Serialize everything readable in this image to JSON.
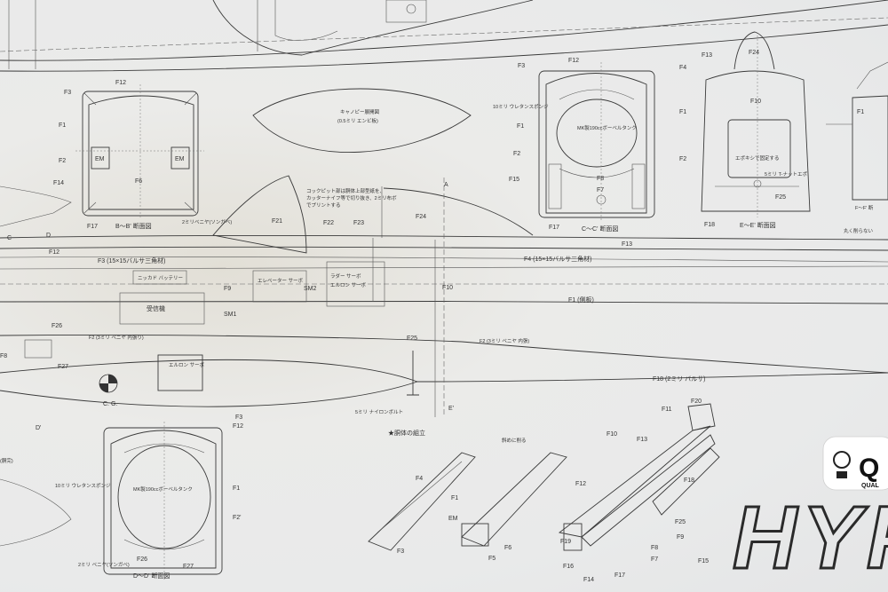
{
  "labels": {
    "f12_top": "F12",
    "f3_bb": "F3",
    "f1_bb": "F1",
    "f2_bb": "F2",
    "f14_bb": "F14",
    "f17_bb": "F17",
    "em_left": "EM",
    "em_right": "EM",
    "f6_bb": "F6",
    "section_bb": "B～B' 断面図",
    "plywood_2mm": "2ミリベニヤ(ソンガベ)",
    "canopy_title": "キャノピー展開図",
    "canopy_sub": "(0.5ミリ エンビ板)",
    "cockpit_note_1": "コックピット部は胴体上部型紙を、",
    "cockpit_note_2": "カッターナイフ等で切り抜き、2ミリ布ボ",
    "cockpit_note_3": "でプリントする",
    "f21": "F21",
    "f22": "F22",
    "f23": "F23",
    "f24": "F24",
    "cc_f3": "F3",
    "cc_f12": "F12",
    "cc_f1": "F1",
    "cc_f2": "F2",
    "cc_f15": "F15",
    "cc_f17": "F17",
    "cc_f8": "F8",
    "cc_f7": "F7",
    "cc_tank": "MK製190ccボーベルタンク",
    "cc_urethane": "10ミリ ウレタンスポンジ",
    "section_cc": "C～C' 断面図",
    "ee_f4": "F4",
    "ee_f13": "F13",
    "ee_f24": "F24",
    "ee_f10": "F10",
    "ee_f1": "F1",
    "ee_f2": "F2",
    "ee_f18": "F18",
    "ee_f25": "F25",
    "ee_epoxy": "エポキシで固定する",
    "ee_nut": "5ミリ T-ナットエポ",
    "section_ee": "E～E' 断面図",
    "section_ff": "F～F' 断",
    "kanarazu": "丸く削らない",
    "f13_line": "F13",
    "f3_longeron": "F3 (15×15バルサ三角材)",
    "f4_longeron": "F4 (15×15バルサ三角材)",
    "f12_left": "F12",
    "nicad": "ニッカド バッテリー",
    "receiver": "受信機",
    "elevator_servo": "エレベーター サーボ",
    "rudder_servo": "ラダー サーボ",
    "rudder_servo2": "エルロン サーボ",
    "f9": "F9",
    "sm1": "SM1",
    "sm2": "SM2",
    "f10": "F10",
    "f1_side": "F1 (側板)",
    "f2_left": "F2 (3ミリ ベニヤ 内張り)",
    "f2_right": "F2 (3ミリ ベニヤ 内張)",
    "f26": "F26",
    "f27": "F27",
    "f8_left": "F8",
    "f25": "F25",
    "aileron_servo": "エルロン サーボ",
    "cg": "C. G.",
    "bolt": "5ミリ ナイロンボルト",
    "e_prime": "E'",
    "d_prime": "D'",
    "c_mark": "C",
    "d_mark": "D",
    "a_mark": "A",
    "f18_right": "F18 (2ミリ バルサ)",
    "assembly": "★胴体の組立",
    "dd_f3": "F3",
    "dd_f12": "F12",
    "dd_f1": "F1",
    "dd_f2": "F2'",
    "dd_f26": "F26",
    "dd_f27": "F27",
    "dd_urethane": "10ミリ ウレタンスポンジ",
    "dd_tank": "MK製190ccボーベルタンク",
    "dd_ply": "2ミリ ベニヤ(ソンガベ)",
    "section_dd": "D～D' 断面図",
    "side_note": "(胴完)",
    "asm_f4": "F4",
    "asm_f1": "F1",
    "asm_f3": "F3",
    "asm_em": "EM",
    "asm_f5": "F5",
    "asm_f6": "F6",
    "diagonal_cut": "斜めに削る",
    "asm_f11": "F11",
    "asm_f20": "F20",
    "asm_f10": "F10",
    "asm_f13": "F13",
    "asm_f12": "F12",
    "asm_f18": "F18",
    "asm_f25": "F25",
    "asm_f9": "F9",
    "asm_f19": "F19",
    "asm_f8": "F8",
    "asm_f7": "F7",
    "asm_f15": "F15",
    "asm_f17": "F17",
    "asm_f16": "F16",
    "asm_f14": "F14",
    "brand_big": "HYP",
    "logo_letter": "Q",
    "logo_sub": "QUAL"
  }
}
